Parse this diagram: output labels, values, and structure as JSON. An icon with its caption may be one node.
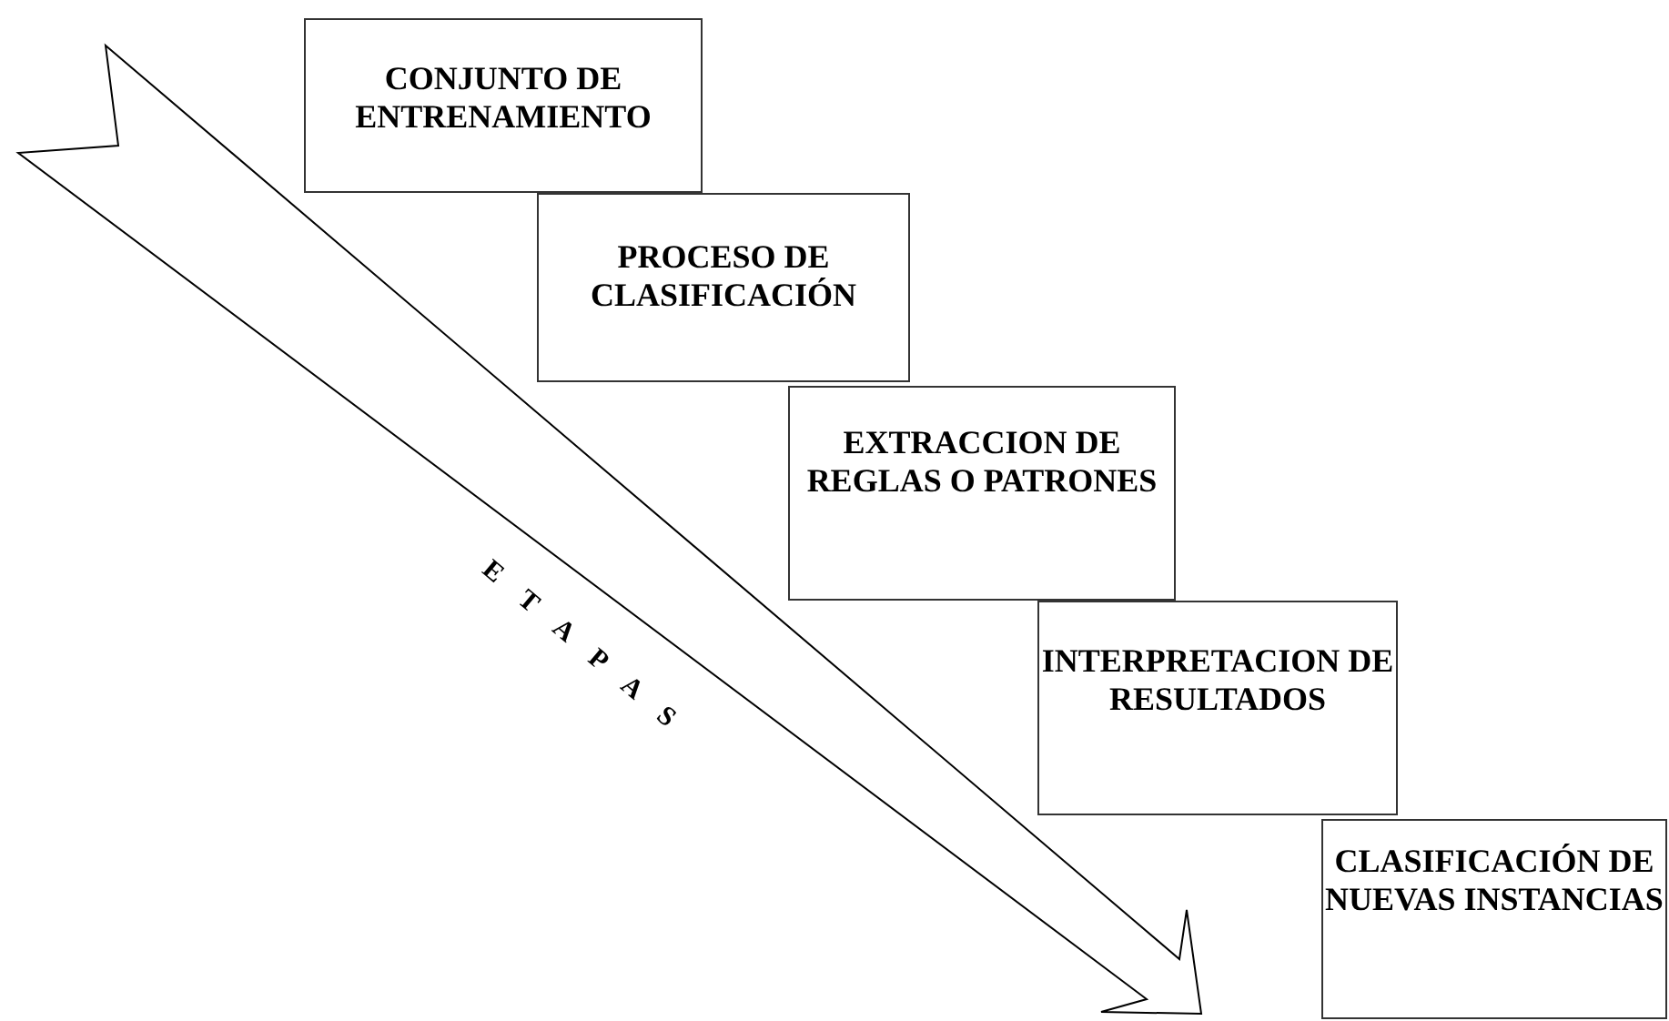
{
  "diagram": {
    "nodes": [
      {
        "text": [
          "CONJUNTO DE ENTRENAMIENTO"
        ]
      },
      {
        "text": [
          "PROCESO DE CLASIFICACIÓN"
        ]
      },
      {
        "text": [
          "EXTRACCION DE REGLAS O PATRONES"
        ]
      },
      {
        "text": [
          "INTERPRETACION DE RESULTADOS"
        ]
      },
      {
        "text": [
          "CLASIFICACIÓN DE NUEVAS INSTANCIAS"
        ]
      }
    ],
    "edges": [],
    "labels": [
      "E T A P A S"
    ]
  }
}
